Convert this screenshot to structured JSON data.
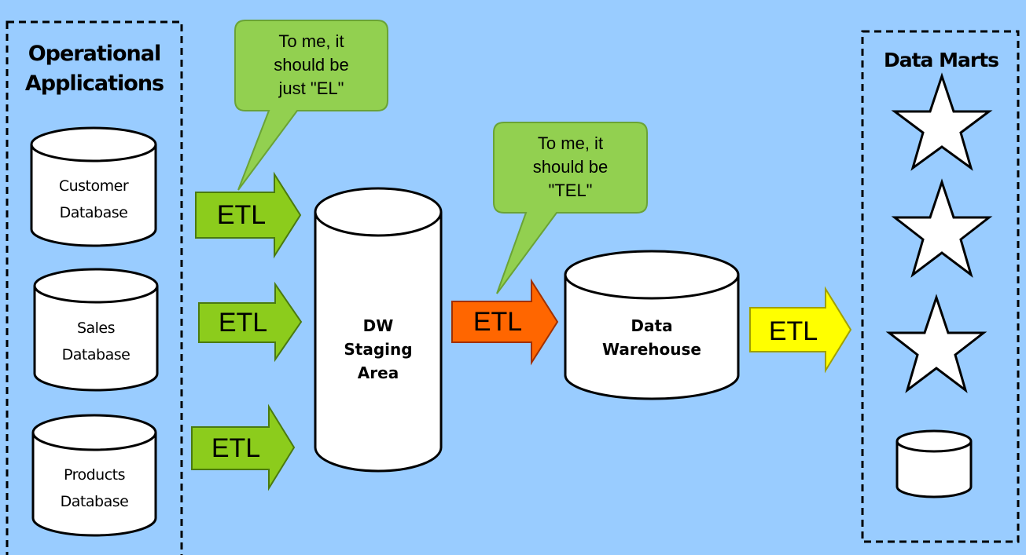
{
  "operational": {
    "title_line1": "Operational",
    "title_line2": "Applications",
    "databases": [
      {
        "line1": "Customer",
        "line2": "Database"
      },
      {
        "line1": "Sales",
        "line2": "Database"
      },
      {
        "line1": "Products",
        "line2": "Database"
      }
    ]
  },
  "arrows": {
    "etl_label": "ETL"
  },
  "staging": {
    "line1": "DW",
    "line2": "Staging",
    "line3": "Area"
  },
  "warehouse": {
    "line1": "Data",
    "line2": "Warehouse"
  },
  "data_marts": {
    "title": "Data Marts"
  },
  "callouts": [
    {
      "line1": "To me, it",
      "line2": "should be",
      "line3": "just \"EL\""
    },
    {
      "line1": "To me, it",
      "line2": "should be",
      "line3": "\"TEL\""
    }
  ],
  "colors": {
    "background": "#99ccff",
    "etl_green": "#8ccc1c",
    "etl_orange": "#ff6600",
    "etl_yellow": "#ffff00",
    "callout_green": "#92d050"
  }
}
